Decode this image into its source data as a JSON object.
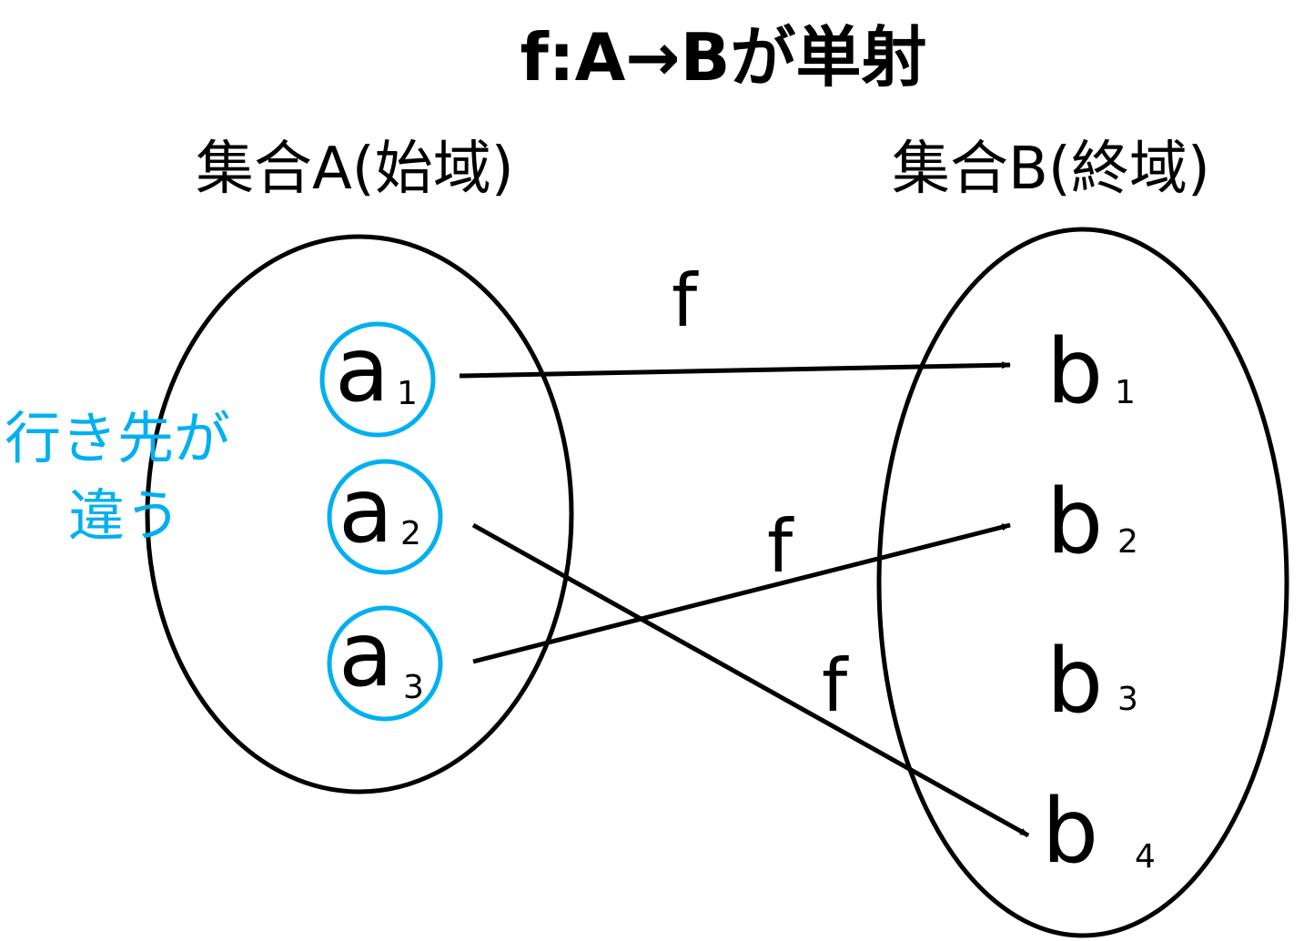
{
  "title": "f:A→Bが単射",
  "set_a": {
    "label": "集合A(始域)",
    "elements": [
      {
        "letter": "a",
        "sub": "1"
      },
      {
        "letter": "a",
        "sub": "2"
      },
      {
        "letter": "a",
        "sub": "3"
      }
    ]
  },
  "set_b": {
    "label": "集合B(終域)",
    "elements": [
      {
        "letter": "b",
        "sub": "1"
      },
      {
        "letter": "b",
        "sub": "2"
      },
      {
        "letter": "b",
        "sub": "3"
      },
      {
        "letter": "b",
        "sub": "4"
      }
    ]
  },
  "mappings": [
    {
      "from": "a1",
      "to": "b1",
      "label": "f"
    },
    {
      "from": "a3",
      "to": "b2",
      "label": "f"
    },
    {
      "from": "a2",
      "to": "b4",
      "label": "f"
    }
  ],
  "note": {
    "line1": "行き先が",
    "line2": "違う"
  },
  "colors": {
    "highlight": "#00b0f0",
    "stroke": "#000000"
  }
}
